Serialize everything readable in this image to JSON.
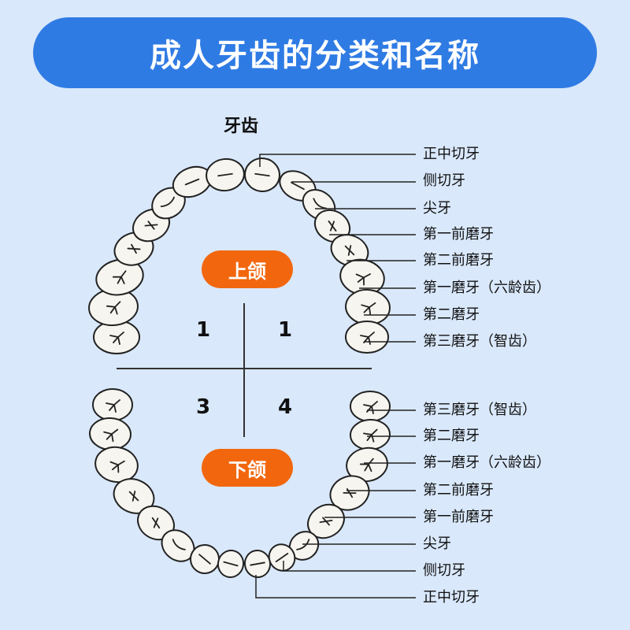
{
  "title": "成人牙齿的分类和名称",
  "teeth_label": "牙齿",
  "upper_jaw": "上颌",
  "lower_jaw": "下颌",
  "quadrants": {
    "q1a": "1",
    "q1b": "1",
    "q3": "3",
    "q4": "4"
  },
  "upper_names": [
    "正中切牙",
    "侧切牙",
    "尖牙",
    "第一前磨牙",
    "第二前磨牙",
    "第一磨牙（六龄齿）",
    "第二磨牙",
    "第三磨牙（智齿）"
  ],
  "lower_names": [
    "第三磨牙（智齿）",
    "第二磨牙",
    "第一磨牙（六龄齿）",
    "第二前磨牙",
    "第一前磨牙",
    "尖牙",
    "侧切牙",
    "正中切牙"
  ],
  "colors": {
    "background": "#d9e8fb",
    "banner": "#2f7be4",
    "jaw_pill": "#f2670e",
    "tooth_fill": "#f7f5ef",
    "outline": "#222222"
  }
}
